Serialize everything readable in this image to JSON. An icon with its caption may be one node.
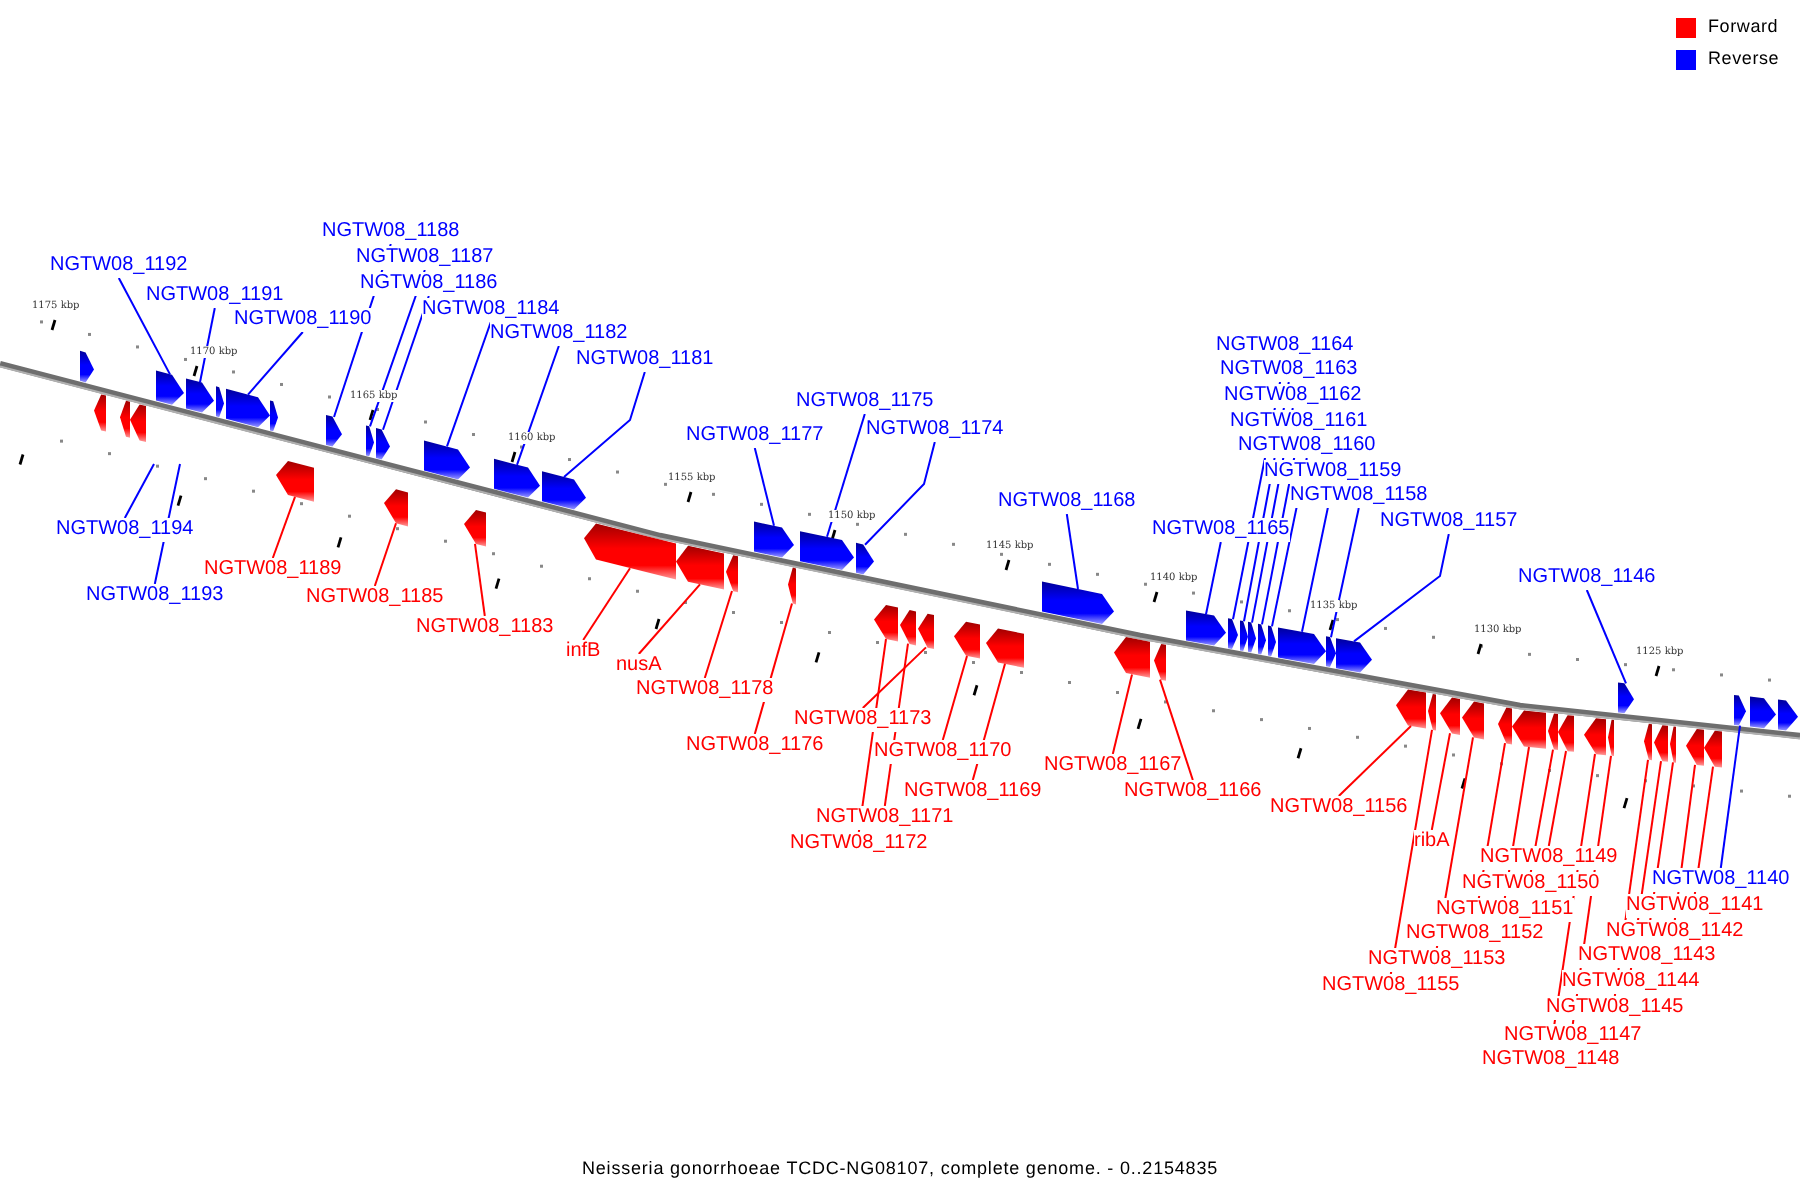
{
  "diagram": {
    "caption": "Neisseria gonorrhoeae TCDC-NG08107, complete genome. - 0..2154835",
    "nodes": [
      {
        "text": [
          "NGTW08_1192"
        ]
      },
      {
        "text": [
          "NGTW08_1191"
        ]
      },
      {
        "text": [
          "NGTW08_1190"
        ]
      },
      {
        "text": [
          "NGTW08_1188"
        ]
      },
      {
        "text": [
          "NGTW08_1187"
        ]
      },
      {
        "text": [
          "NGTW08_1186"
        ]
      },
      {
        "text": [
          "NGTW08_1184"
        ]
      },
      {
        "text": [
          "NGTW08_1182"
        ]
      },
      {
        "text": [
          "NGTW08_1181"
        ]
      },
      {
        "text": [
          "NGTW08_1177"
        ]
      },
      {
        "text": [
          "NGTW08_1175"
        ]
      },
      {
        "text": [
          "NGTW08_1174"
        ]
      },
      {
        "text": [
          "NGTW08_1168"
        ]
      },
      {
        "text": [
          "NGTW08_1165"
        ]
      },
      {
        "text": [
          "NGTW08_1164"
        ]
      },
      {
        "text": [
          "NGTW08_1163"
        ]
      },
      {
        "text": [
          "NGTW08_1162"
        ]
      },
      {
        "text": [
          "NGTW08_1161"
        ]
      },
      {
        "text": [
          "NGTW08_1160"
        ]
      },
      {
        "text": [
          "NGTW08_1159"
        ]
      },
      {
        "text": [
          "NGTW08_1158"
        ]
      },
      {
        "text": [
          "NGTW08_1157"
        ]
      },
      {
        "text": [
          "NGTW08_1146"
        ]
      },
      {
        "text": [
          "NGTW08_1194"
        ]
      },
      {
        "text": [
          "NGTW08_1193"
        ]
      },
      {
        "text": [
          "NGTW08_1140"
        ]
      },
      {
        "text": [
          "NGTW08_1189"
        ]
      },
      {
        "text": [
          "NGTW08_1185"
        ]
      },
      {
        "text": [
          "NGTW08_1183"
        ]
      },
      {
        "text": [
          "infB"
        ]
      },
      {
        "text": [
          "nusA"
        ]
      },
      {
        "text": [
          "NGTW08_1178"
        ]
      },
      {
        "text": [
          "NGTW08_1176"
        ]
      },
      {
        "text": [
          "NGTW08_1173"
        ]
      },
      {
        "text": [
          "NGTW08_1170"
        ]
      },
      {
        "text": [
          "NGTW08_1169"
        ]
      },
      {
        "text": [
          "NGTW08_1171"
        ]
      },
      {
        "text": [
          "NGTW08_1172"
        ]
      },
      {
        "text": [
          "NGTW08_1167"
        ]
      },
      {
        "text": [
          "NGTW08_1166"
        ]
      },
      {
        "text": [
          "NGTW08_1156"
        ]
      },
      {
        "text": [
          "ribA"
        ]
      },
      {
        "text": [
          "NGTW08_1155"
        ]
      },
      {
        "text": [
          "NGTW08_1153"
        ]
      },
      {
        "text": [
          "NGTW08_1152"
        ]
      },
      {
        "text": [
          "NGTW08_1151"
        ]
      },
      {
        "text": [
          "NGTW08_1150"
        ]
      },
      {
        "text": [
          "NGTW08_1149"
        ]
      },
      {
        "text": [
          "NGTW08_1148"
        ]
      },
      {
        "text": [
          "NGTW08_1147"
        ]
      },
      {
        "text": [
          "NGTW08_1145"
        ]
      },
      {
        "text": [
          "NGTW08_1144"
        ]
      },
      {
        "text": [
          "NGTW08_1143"
        ]
      },
      {
        "text": [
          "NGTW08_1142"
        ]
      },
      {
        "text": [
          "NGTW08_1141"
        ]
      },
      {
        "text": [],
        "shape": "arrow"
      },
      {
        "text": [],
        "shape": "arrow"
      },
      {
        "text": [],
        "shape": "arrow"
      },
      {
        "text": [],
        "shape": "arrow"
      },
      {
        "text": [],
        "shape": "arrow"
      },
      {
        "text": [],
        "shape": "arrow"
      },
      {
        "text": [],
        "shape": "arrow"
      },
      {
        "text": [],
        "shape": "arrow"
      },
      {
        "text": [],
        "shape": "arrow"
      },
      {
        "text": [],
        "shape": "arrow"
      },
      {
        "text": [],
        "shape": "arrow"
      },
      {
        "text": [],
        "shape": "arrow"
      },
      {
        "text": [],
        "shape": "arrow"
      },
      {
        "text": [],
        "shape": "arrow"
      },
      {
        "text": [],
        "shape": "arrow"
      },
      {
        "text": [],
        "shape": "arrow"
      },
      {
        "text": [],
        "shape": "arrow"
      },
      {
        "text": [],
        "shape": "arrow"
      },
      {
        "text": [],
        "shape": "arrow"
      },
      {
        "text": [],
        "shape": "arrow"
      },
      {
        "text": [],
        "shape": "arrow"
      },
      {
        "text": [],
        "shape": "arrow"
      },
      {
        "text": [],
        "shape": "arrow"
      },
      {
        "text": [],
        "shape": "arrow"
      },
      {
        "text": [],
        "shape": "arrow"
      },
      {
        "text": [],
        "shape": "arrow"
      },
      {
        "text": [],
        "shape": "arrow"
      },
      {
        "text": [],
        "shape": "arrow"
      },
      {
        "text": [],
        "shape": "arrow"
      },
      {
        "text": [],
        "shape": "arrow"
      },
      {
        "text": [],
        "shape": "arrow"
      },
      {
        "text": [],
        "shape": "arrow"
      },
      {
        "text": [],
        "shape": "arrow"
      },
      {
        "text": [],
        "shape": "arrow"
      },
      {
        "text": [],
        "shape": "arrow"
      },
      {
        "text": [],
        "shape": "arrow"
      },
      {
        "text": [],
        "shape": "arrow"
      },
      {
        "text": [],
        "shape": "arrow"
      },
      {
        "text": [],
        "shape": "arrow"
      },
      {
        "text": [],
        "shape": "arrow"
      },
      {
        "text": [],
        "shape": "arrow"
      },
      {
        "text": [],
        "shape": "arrow"
      },
      {
        "text": [],
        "shape": "arrow"
      },
      {
        "text": [],
        "shape": "arrow"
      },
      {
        "text": [],
        "shape": "arrow"
      },
      {
        "text": [],
        "shape": "arrow"
      },
      {
        "text": [],
        "shape": "arrow"
      },
      {
        "text": [],
        "shape": "arrow"
      },
      {
        "text": [],
        "shape": "arrow"
      },
      {
        "text": [],
        "shape": "arrow"
      },
      {
        "text": [],
        "shape": "arrow"
      },
      {
        "text": [],
        "shape": "arrow"
      },
      {
        "text": [],
        "shape": "arrow"
      },
      {
        "text": [],
        "shape": "arrow"
      },
      {
        "text": [],
        "shape": "arrow"
      },
      {
        "text": [],
        "shape": "arrow"
      },
      {
        "text": [],
        "shape": "arrow"
      },
      {
        "text": [],
        "shape": "arrow"
      },
      {
        "text": [],
        "shape": "arrow"
      },
      {
        "text": [],
        "shape": "arrow"
      },
      {
        "text": [],
        "shape": "arrow"
      }
    ],
    "edges": [
      {
        "from": 0,
        "to": 59,
        "arrow": "none",
        "color": "#0000ff"
      },
      {
        "from": 1,
        "to": 60,
        "arrow": "none",
        "color": "#0000ff"
      },
      {
        "from": 2,
        "to": 62,
        "arrow": "none",
        "color": "#0000ff"
      },
      {
        "from": 3,
        "to": 65,
        "arrow": "none",
        "color": "#0000ff"
      },
      {
        "from": 4,
        "to": 66,
        "arrow": "none",
        "color": "#0000ff"
      },
      {
        "from": 5,
        "to": 67,
        "arrow": "none",
        "color": "#0000ff"
      },
      {
        "from": 6,
        "to": 69,
        "arrow": "none",
        "color": "#0000ff"
      },
      {
        "from": 7,
        "to": 71,
        "arrow": "none",
        "color": "#0000ff"
      },
      {
        "from": 8,
        "to": 72,
        "arrow": "none",
        "color": "#0000ff"
      },
      {
        "from": 9,
        "to": 76,
        "arrow": "none",
        "color": "#0000ff"
      },
      {
        "from": 10,
        "to": 78,
        "arrow": "none",
        "color": "#0000ff"
      },
      {
        "from": 11,
        "to": 79,
        "arrow": "none",
        "color": "#0000ff"
      },
      {
        "from": 12,
        "to": 85,
        "arrow": "none",
        "color": "#0000ff"
      },
      {
        "from": 13,
        "to": 88,
        "arrow": "none",
        "color": "#0000ff"
      },
      {
        "from": 14,
        "to": 89,
        "arrow": "none",
        "color": "#0000ff"
      },
      {
        "from": 15,
        "to": 90,
        "arrow": "none",
        "color": "#0000ff"
      },
      {
        "from": 16,
        "to": 91,
        "arrow": "none",
        "color": "#0000ff"
      },
      {
        "from": 17,
        "to": 92,
        "arrow": "none",
        "color": "#0000ff"
      },
      {
        "from": 18,
        "to": 93,
        "arrow": "none",
        "color": "#0000ff"
      },
      {
        "from": 19,
        "to": 94,
        "arrow": "none",
        "color": "#0000ff"
      },
      {
        "from": 20,
        "to": 95,
        "arrow": "none",
        "color": "#0000ff"
      },
      {
        "from": 21,
        "to": 96,
        "arrow": "none",
        "color": "#0000ff"
      },
      {
        "from": 22,
        "to": 107,
        "arrow": "none",
        "color": "#0000ff"
      },
      {
        "from": 23,
        "to": null,
        "arrow": "none",
        "color": "#0000ff"
      },
      {
        "from": 24,
        "to": null,
        "arrow": "none",
        "color": "#0000ff"
      },
      {
        "from": 25,
        "to": 113,
        "arrow": "none",
        "color": "#0000ff"
      },
      {
        "from": 26,
        "to": 64,
        "arrow": "none"
      },
      {
        "from": 27,
        "to": 68,
        "arrow": "none"
      },
      {
        "from": 28,
        "to": 70,
        "arrow": "none"
      },
      {
        "from": 29,
        "to": 73,
        "arrow": "none"
      },
      {
        "from": 30,
        "to": 74,
        "arrow": "none"
      },
      {
        "from": 31,
        "to": 75,
        "arrow": "none"
      },
      {
        "from": 32,
        "to": 77,
        "arrow": "none"
      },
      {
        "from": 33,
        "to": 82,
        "arrow": "none"
      },
      {
        "from": 34,
        "to": 83,
        "arrow": "none"
      },
      {
        "from": 35,
        "to": 84,
        "arrow": "none"
      },
      {
        "from": 36,
        "to": 81,
        "arrow": "none"
      },
      {
        "from": 37,
        "to": 80,
        "arrow": "none"
      },
      {
        "from": 38,
        "to": 86,
        "arrow": "none"
      },
      {
        "from": 39,
        "to": 87,
        "arrow": "none"
      },
      {
        "from": 40,
        "to": 97,
        "arrow": "none"
      },
      {
        "from": 41,
        "to": 99,
        "arrow": "none"
      },
      {
        "from": 42,
        "to": 98,
        "arrow": "none"
      },
      {
        "from": 43,
        "to": 100,
        "arrow": "none"
      },
      {
        "from": 44,
        "to": 101,
        "arrow": "none"
      },
      {
        "from": 45,
        "to": 102,
        "arrow": "none"
      },
      {
        "from": 46,
        "to": 103,
        "arrow": "none"
      },
      {
        "from": 47,
        "to": 104,
        "arrow": "none"
      },
      {
        "from": 48,
        "to": 105,
        "arrow": "none"
      },
      {
        "from": 49,
        "to": 106,
        "arrow": "none"
      },
      {
        "from": 50,
        "to": 108,
        "arrow": "none"
      },
      {
        "from": 51,
        "to": 109,
        "arrow": "none"
      },
      {
        "from": 52,
        "to": 110,
        "arrow": "none"
      },
      {
        "from": 53,
        "to": 111,
        "arrow": "none"
      },
      {
        "from": 54,
        "to": 112,
        "arrow": "none"
      }
    ],
    "labels": [
      "1175 kbp",
      "1170 kbp",
      "1165 kbp",
      "1160 kbp",
      "1155 kbp",
      "1150 kbp",
      "1145 kbp",
      "1140 kbp",
      "1135 kbp",
      "1130 kbp",
      "1125 kbp"
    ],
    "legend": [
      {
        "text": "Forward",
        "color": "#ff0000"
      },
      {
        "text": "Reverse",
        "color": "#0000ff"
      }
    ]
  }
}
